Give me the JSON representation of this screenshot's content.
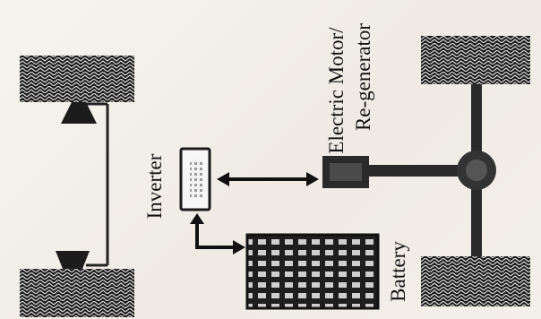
{
  "labels": {
    "inverter": "Inverter",
    "battery": "Battery",
    "motor_line1": "Electric Motor/",
    "motor_line2": "Re-generator"
  }
}
